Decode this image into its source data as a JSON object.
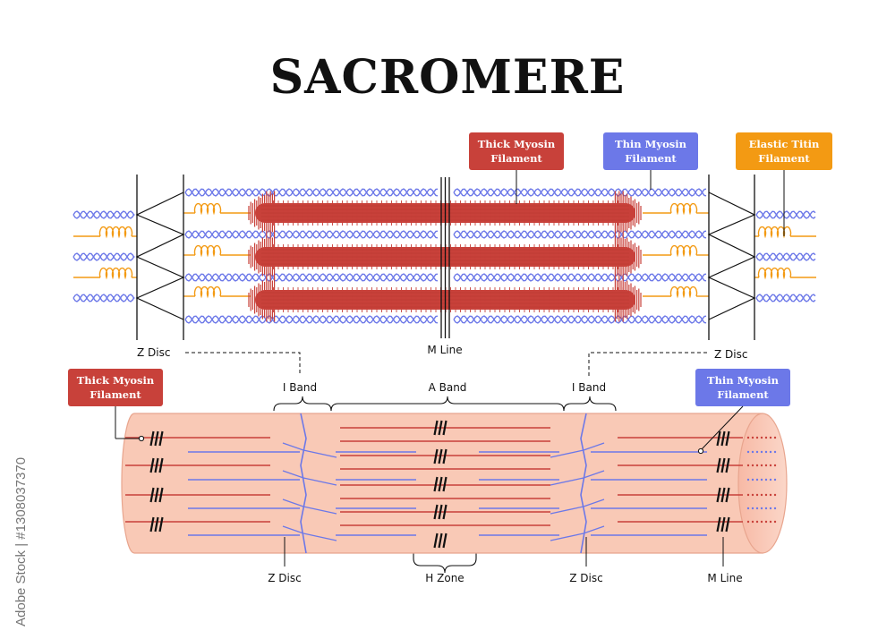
{
  "title": "SACROMERE",
  "top_callouts": {
    "thick_myosin": [
      "Thick Myosin",
      "Filament"
    ],
    "thin_myosin": [
      "Thin Myosin",
      "Filament"
    ],
    "elastic_titin": [
      "Elastic Titin",
      "Filament"
    ]
  },
  "bottom_callouts": {
    "thick_myosin": [
      "Thick Myosin",
      "Filament"
    ],
    "thin_myosin": [
      "Thin Myosin",
      "Filament"
    ]
  },
  "labels": {
    "z_disc_left_top": "Z Disc",
    "m_line_top": "M Line",
    "z_disc_right_top": "Z Disc",
    "i_band_left": "I Band",
    "a_band": "A Band",
    "i_band_right": "I Band",
    "z_disc_left_bottom": "Z Disc",
    "h_zone": "H Zone",
    "z_disc_right_bottom": "Z Disc",
    "m_line_bottom": "M Line"
  },
  "watermark": "Adobe Stock | #1308037370",
  "colors": {
    "thick_myosin": "#c8413a",
    "thin_myosin": "#6c78e8",
    "titin": "#f39a13",
    "muscle_fiber": "#f9c9b6",
    "line": "#111111"
  }
}
